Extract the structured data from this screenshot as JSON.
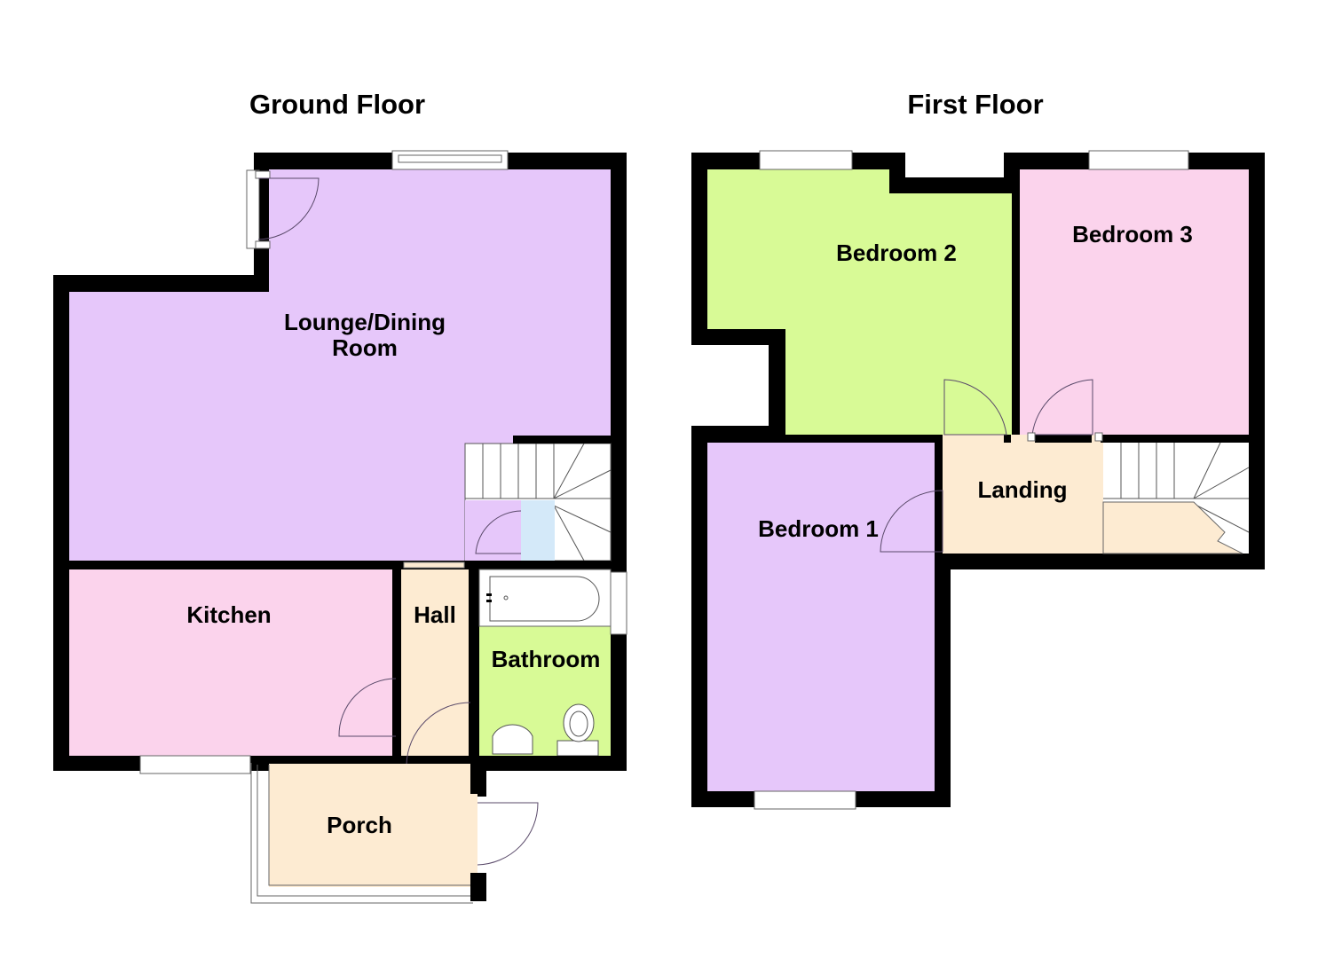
{
  "floors": [
    {
      "title": "Ground Floor",
      "rooms": [
        {
          "name": "Lounge/Dining",
          "name_line2": "Room",
          "color": "#e6c7fa"
        },
        {
          "name": "Kitchen",
          "color": "#fbd3ec"
        },
        {
          "name": "Hall",
          "color": "#fdebd2"
        },
        {
          "name": "Bathroom",
          "color": "#d8fa96"
        },
        {
          "name": "Porch",
          "color": "#fdebd2"
        }
      ]
    },
    {
      "title": "First Floor",
      "rooms": [
        {
          "name": "Bedroom 2",
          "color": "#d8fa96"
        },
        {
          "name": "Bedroom 3",
          "color": "#fbd3ec"
        },
        {
          "name": "Landing",
          "color": "#fdebd2"
        },
        {
          "name": "Bedroom 1",
          "color": "#e6c7fa"
        }
      ]
    }
  ],
  "colors": {
    "wall": "#000000",
    "cupboard": "#d4e9f9",
    "stairs": "#ffffff",
    "background": "#ffffff"
  }
}
